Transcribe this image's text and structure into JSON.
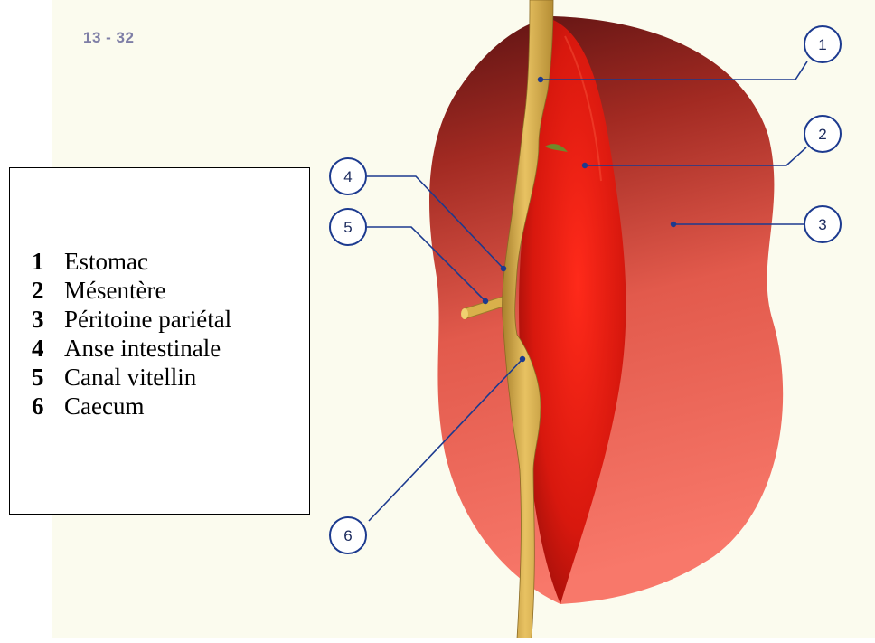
{
  "figure_code": "13 - 32",
  "legend": {
    "items": [
      {
        "num": "1",
        "label": "Estomac"
      },
      {
        "num": "2",
        "label": "Mésentère"
      },
      {
        "num": "3",
        "label": "Péritoine pariétal"
      },
      {
        "num": "4",
        "label": "Anse intestinale"
      },
      {
        "num": "5",
        "label": "Canal vitellin"
      },
      {
        "num": "6",
        "label": "Caecum"
      }
    ]
  },
  "callouts": [
    "1",
    "2",
    "3",
    "4",
    "5",
    "6"
  ],
  "colors": {
    "background": "#fbfbee",
    "peritoneum_light": "#f57568",
    "peritoneum_dark": "#6b1414",
    "mesentery": "#e01818",
    "intestine": "#d9b04b",
    "leader_line": "#1c3a8f"
  }
}
